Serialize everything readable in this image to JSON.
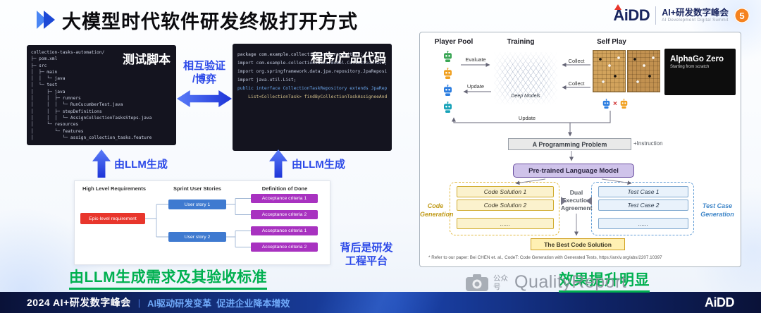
{
  "colors": {
    "accent": "#2c49e8",
    "green": "#00b050",
    "brand_navy": "#18245e",
    "badge_orange": "#f5821f",
    "panel_dark": "#14141f",
    "epic_red": "#e8362c",
    "story_blue": "#3f7ad0",
    "criteria_purple": "#a832c0",
    "model_purple": "#cfc3ea",
    "solution_yellow": "#fbf2cd",
    "testcase_blue": "#e9f2fb"
  },
  "header": {
    "title": "大模型时代软件研发终极打开方式",
    "logo_brand": "AiDD",
    "logo_title": "AI+研发数字峰会",
    "logo_subtitle": "AI Development Digital Summit",
    "logo_badge": "5"
  },
  "left": {
    "test_panel_label": "测试脚本",
    "tree": [
      "collection-tasks-automation/",
      "├─ pom.xml",
      "├─ src",
      "│  ├─ main",
      "│  │  └─ java",
      "│  └─ test",
      "│     ├─ java",
      "│     │  ├─ runners",
      "│     │  │  └─ RunCucumberTest.java",
      "│     │  ├─ stepDefinitions",
      "│     │  │  └─ AssignCollectionTasksSteps.java",
      "│     └─ resources",
      "│        └─ features",
      "│           └─ assign_collection_tasks.feature"
    ],
    "code_panel_label": "程序/产品代码",
    "code": [
      "package com.example.collectiontasks.repository;",
      "",
      "import com.example.collectiontasks.model.CollectionTask;",
      "import org.springframework.data.jpa.repository.JpaRepository;",
      "import java.util.List;",
      "",
      "public interface CollectionTaskRepository extends JpaRepository<CollectionTask, Long> {",
      "",
      "    List<CollectionTask> findByCollectionTaskAssigneeAndStatus(String assignee, String status);"
    ],
    "mutual": [
      "相互验证",
      "/博弈"
    ],
    "llm_left": "由LLM生成",
    "llm_right": "由LLM生成",
    "req": {
      "headers": [
        "High Level Requirements",
        "Sprint User Stories",
        "Definition of Done"
      ],
      "epic": "Epic-level requirement",
      "stories": [
        "User story 1",
        "User story 2"
      ],
      "criteria": [
        "Acceptance criteria 1",
        "Acceptance criteria 2",
        "Acceptance criteria 1",
        "Acceptance criteria 2"
      ]
    },
    "platform": [
      "背后是研发",
      "工程平台"
    ],
    "caption": "由LLM生成需求及其验收标准"
  },
  "right": {
    "alphago": {
      "col_player": "Player Pool",
      "col_training": "Training",
      "col_selfplay": "Self Play",
      "evaluate": "Evaluate",
      "update_top": "Update",
      "collect_top": "Collect",
      "collect_bottom": "Collect",
      "update_bottom": "Update",
      "deep_models": "Deep Models",
      "zero_title": "AlphaGo Zero",
      "zero_sub": "Starting from scratch"
    },
    "codet": {
      "problem": "A Programming Problem",
      "instruction": "+Instruction",
      "model": "Pre-trained Language Model",
      "code_solutions": [
        "Code Solution 1",
        "Code Solution 2",
        "......"
      ],
      "test_cases": [
        "Test Case 1",
        "Test Case 2",
        "......"
      ],
      "code_gen": [
        "Code",
        "Generation"
      ],
      "test_gen": [
        "Test Case",
        "Generation"
      ],
      "dual": [
        "Dual",
        "Execution",
        "Agreement"
      ],
      "best": "The Best Code Solution"
    },
    "footnote": "* Refer to our paper: Bei CHEN et. al., CodeT: Code Generation with Generated Tests, https://arxiv.org/abs/2207.10397",
    "caption": "效果提升明显"
  },
  "watermark": {
    "wechat": "公众号",
    "name": "QualityReport"
  },
  "footer": {
    "left": "2024 AI+研发数字峰会",
    "divider": "|",
    "tagline": "AI驱动研发变革  促进企业降本增效",
    "brand": "AiDD"
  }
}
